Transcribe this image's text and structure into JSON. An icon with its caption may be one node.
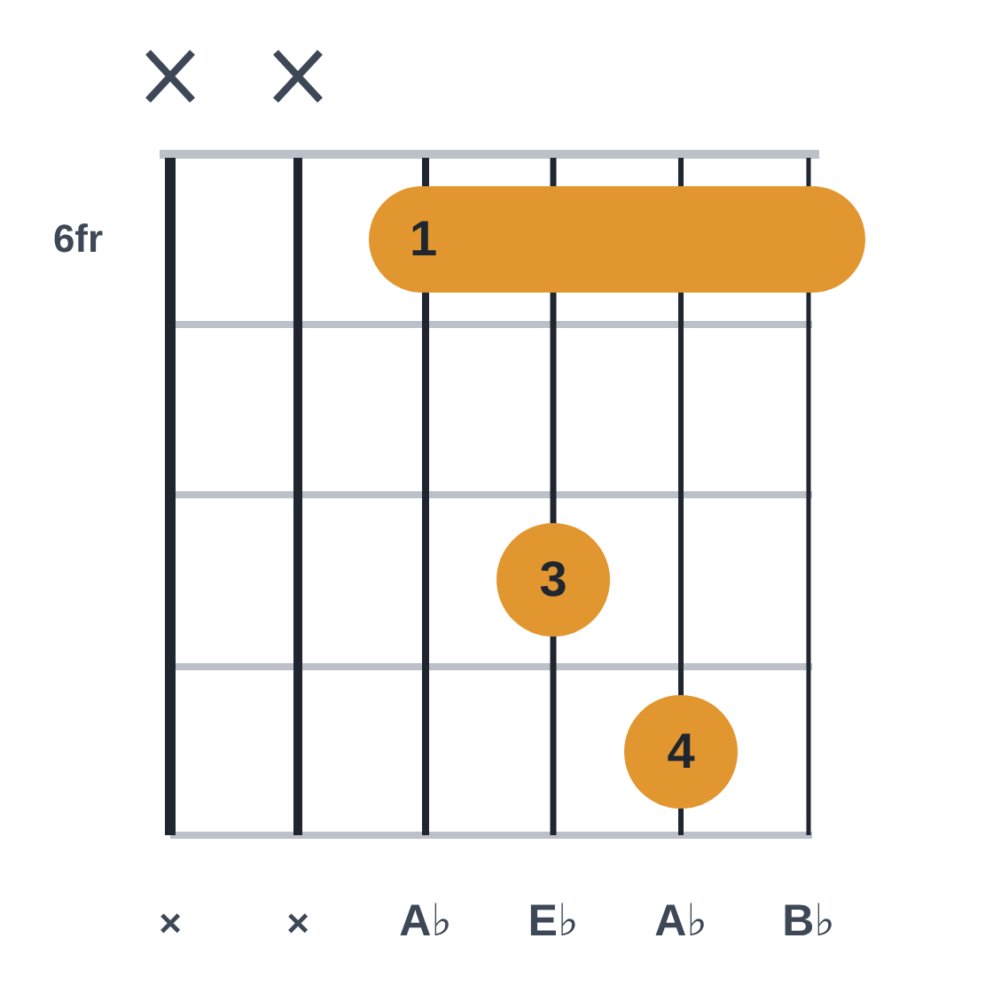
{
  "diagram": {
    "nodes": [
      {
        "text": [
          "1"
        ]
      },
      {
        "text": [
          "3"
        ]
      },
      {
        "text": [
          "4"
        ]
      }
    ],
    "labels": [
      "6fr",
      "×",
      "×",
      "A♭",
      "E♭",
      "A♭",
      "B♭"
    ]
  }
}
